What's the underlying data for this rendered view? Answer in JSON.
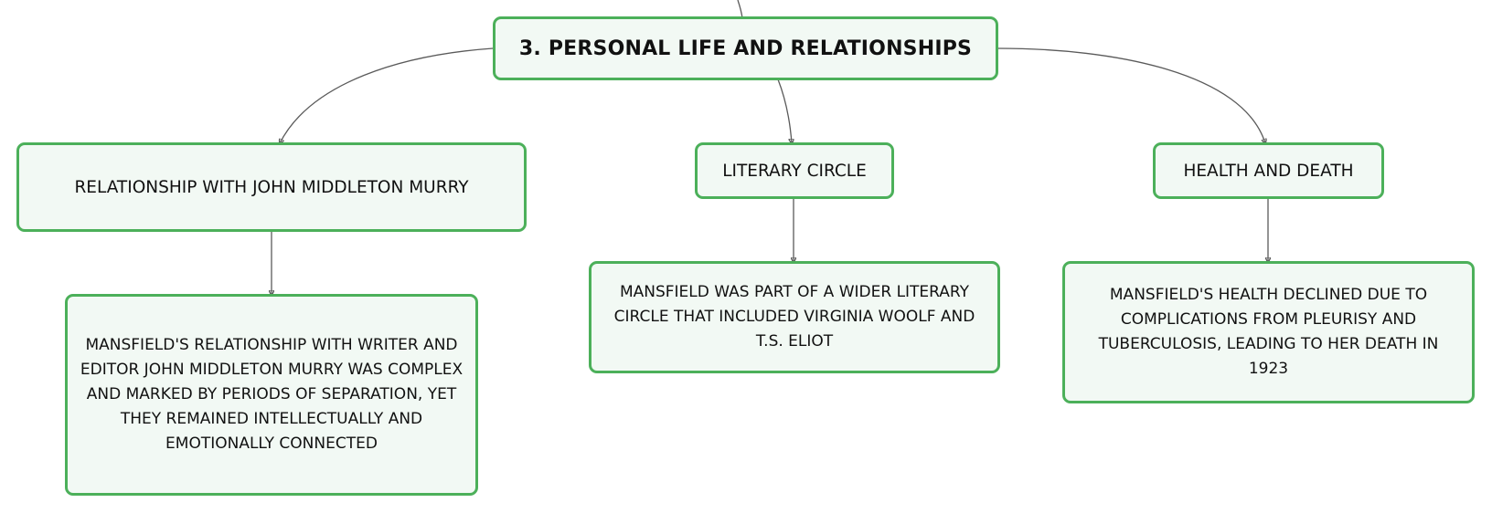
{
  "root": {
    "label": "3. PERSONAL LIFE AND RELATIONSHIPS"
  },
  "branches": [
    {
      "topic": "RELATIONSHIP WITH JOHN MIDDLETON MURRY",
      "detail": "MANSFIELD'S RELATIONSHIP WITH WRITER AND EDITOR JOHN MIDDLETON MURRY WAS COMPLEX AND MARKED BY PERIODS OF SEPARATION, YET THEY REMAINED INTELLECTUALLY AND EMOTIONALLY CONNECTED"
    },
    {
      "topic": "LITERARY CIRCLE",
      "detail": "MANSFIELD WAS PART OF A WIDER LITERARY CIRCLE THAT INCLUDED VIRGINIA WOOLF AND T.S. ELIOT"
    },
    {
      "topic": "HEALTH AND DEATH",
      "detail": "MANSFIELD'S HEALTH DECLINED DUE TO COMPLICATIONS FROM PLEURISY AND TUBERCULOSIS, LEADING TO HER DEATH IN 1923"
    }
  ],
  "colors": {
    "node_border": "#4cb05a",
    "node_fill": "#f2f9f4",
    "connector": "#5a5a5a",
    "text": "#111111"
  }
}
